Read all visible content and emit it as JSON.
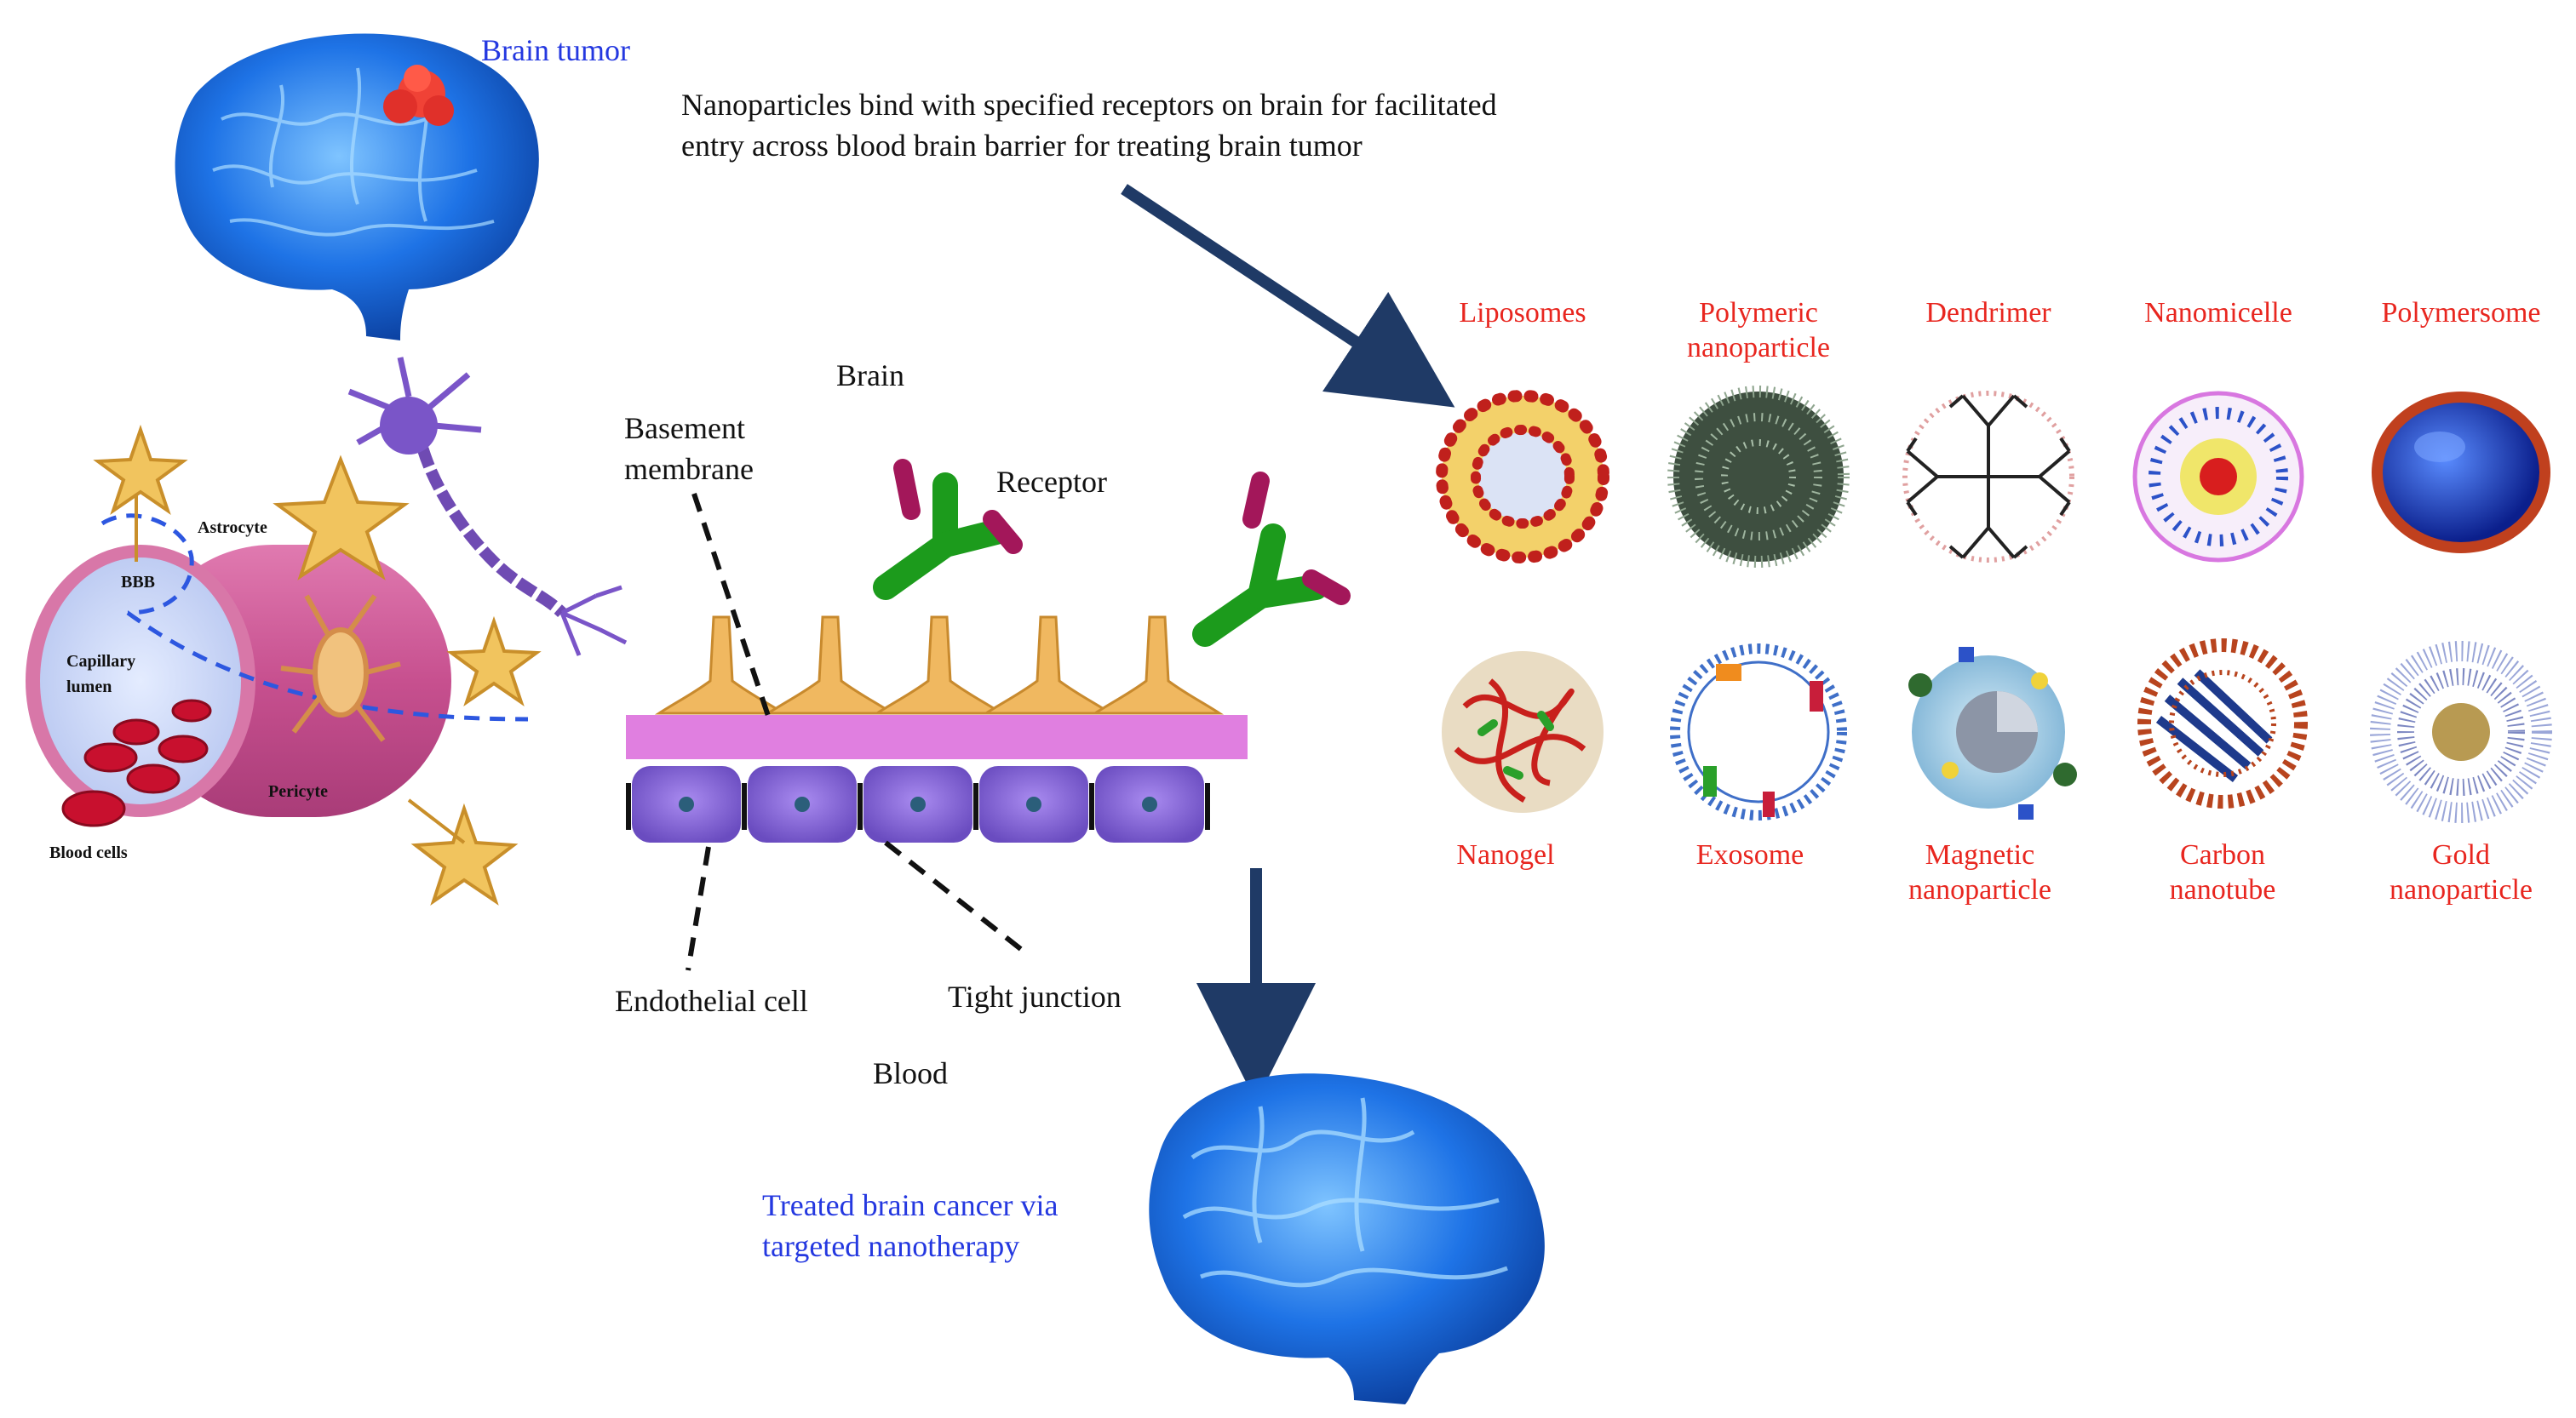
{
  "labels": {
    "brain_tumor": "Brain tumor",
    "headline_line1": "Nanoparticles bind with specified receptors on brain for facilitated",
    "headline_line2": "entry across blood brain barrier for treating brain tumor",
    "brain": "Brain",
    "receptor": "Receptor",
    "basement_line1": "Basement",
    "basement_line2": "membrane",
    "endothelial": "Endothelial cell",
    "tight_junction": "Tight junction",
    "blood": "Blood",
    "treated_line1": "Treated brain cancer via",
    "treated_line2": "targeted nanotherapy",
    "astrocyte": "Astrocyte",
    "bbb": "BBB",
    "capillary_line1": "Capillary",
    "capillary_line2": "lumen",
    "pericyte": "Pericyte",
    "blood_cells": "Blood cells"
  },
  "nanoparticles": {
    "row1": [
      {
        "line1": "Liposomes",
        "line2": ""
      },
      {
        "line1": "Polymeric",
        "line2": "nanoparticle"
      },
      {
        "line1": "Dendrimer",
        "line2": ""
      },
      {
        "line1": "Nanomicelle",
        "line2": ""
      },
      {
        "line1": "Polymersome",
        "line2": ""
      }
    ],
    "row2": [
      {
        "line1": "Nanogel",
        "line2": ""
      },
      {
        "line1": "Exosome",
        "line2": ""
      },
      {
        "line1": "Magnetic",
        "line2": "nanoparticle"
      },
      {
        "line1": "Carbon",
        "line2": "nanotube"
      },
      {
        "line1": "Gold",
        "line2": "nanoparticle"
      }
    ]
  },
  "colors": {
    "label_red": "#e8261f",
    "label_blue": "#2438e0",
    "arrow": "#1f3a66",
    "brain_blue": "#1e73e6",
    "vessel_pink": "#c7508f",
    "endothelial_purple": "#8c6bd8",
    "astrocyte_orange": "#e9b35a"
  }
}
